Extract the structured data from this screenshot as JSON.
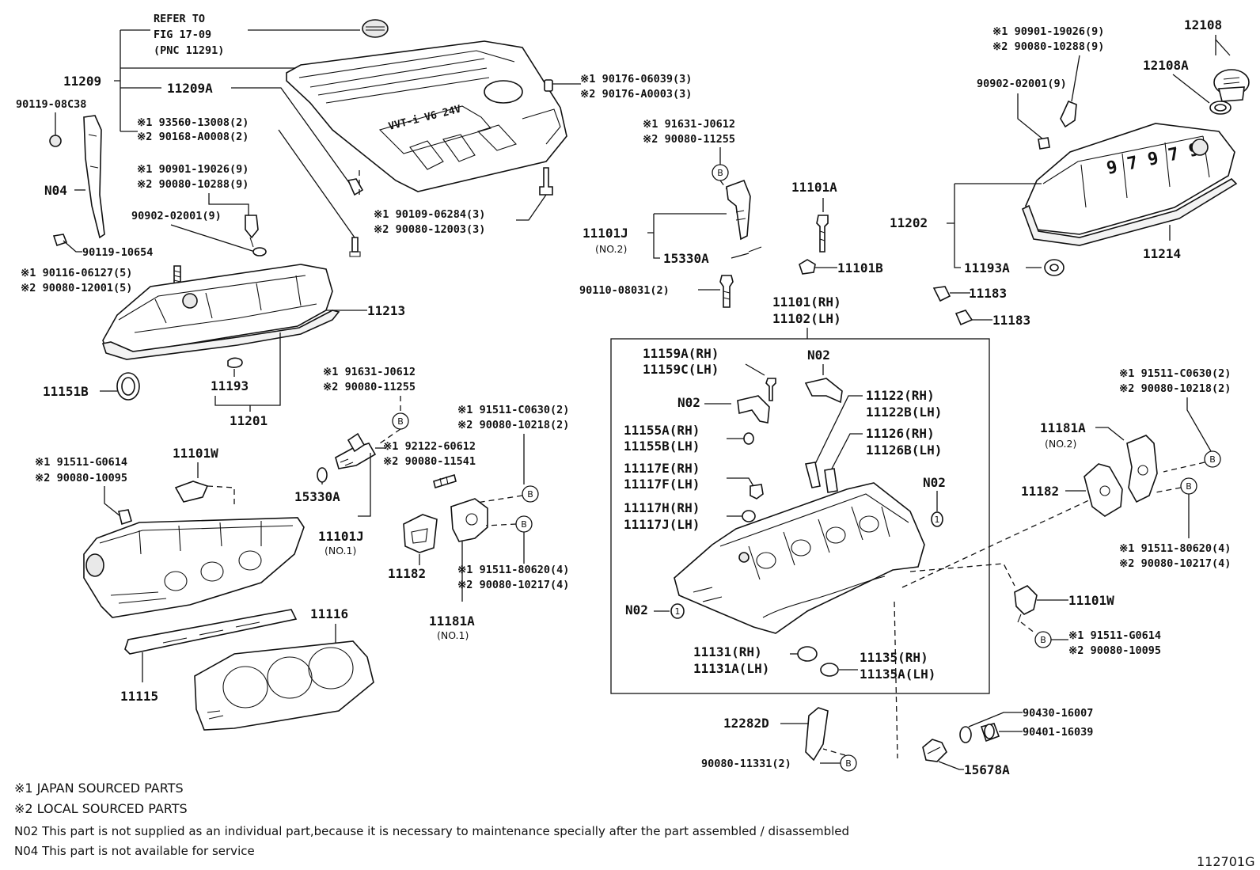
{
  "refer": {
    "line1": "REFER TO",
    "line2": "FIG 17-09",
    "line3": "(PNC 11291)"
  },
  "labels": {
    "p11209": "11209",
    "p11209a": "11209A",
    "p90119_08c38": "90119-08C38",
    "pN04": "N04",
    "p90119_10654": "90119-10654",
    "p11213": "11213",
    "p11151b": "11151B",
    "p11193": "11193",
    "p11201": "11201",
    "p11101w_l": "11101W",
    "p15330a_l": "15330A",
    "p11101j_l": "11101J",
    "p11101j_l_sub": "(NO.1)",
    "p11182_l": "11182",
    "p11181a_l": "11181A",
    "p11181a_l_sub": "(NO.1)",
    "p11116": "11116",
    "p11115": "11115",
    "p90902_l": "90902-02001(9)",
    "p11101j_r": "11101J",
    "p11101j_r_sub": "(NO.2)",
    "p15330a_r": "15330A",
    "p90110": "90110-08031(2)",
    "p11101a": "11101A",
    "p11101b": "11101B",
    "p11101_rh": "11101(RH)",
    "p11102_lh": "11102(LH)",
    "p12108": "12108",
    "p12108a": "12108A",
    "p90902_r": "90902-02001(9)",
    "p11202": "11202",
    "p11214": "11214",
    "p11193a": "11193A",
    "p11183a": "11183",
    "p11183b": "11183",
    "p11159a": "11159A(RH)",
    "p11159c": "11159C(LH)",
    "pN02_a": "N02",
    "pN02_b": "N02",
    "pN02_c": "N02",
    "pN02_d": "N02",
    "p11155a": "11155A(RH)",
    "p11155b": "11155B(LH)",
    "p11117e": "11117E(RH)",
    "p11117f": "11117F(LH)",
    "p11117h": "11117H(RH)",
    "p11117j": "11117J(LH)",
    "p11122": "11122(RH)",
    "p11122b": "11122B(LH)",
    "p11126": "11126(RH)",
    "p11126b": "11126B(LH)",
    "p11131": "11131(RH)",
    "p11131a": "11131A(LH)",
    "p11135": "11135(RH)",
    "p11135a": "11135A(LH)",
    "p11181a_r": "11181A",
    "p11181a_r_sub": "(NO.2)",
    "p11182_r": "11182",
    "p11101w_r": "11101W",
    "p12282d": "12282D",
    "p90080_11331": "90080-11331(2)",
    "p90430": "90430-16007",
    "p90401": "90401-16039",
    "p15678a": "15678A"
  },
  "notes": {
    "n_90901_a1": "※1 90901-19026(9)",
    "n_90901_a2": "※2 90080-10288(9)",
    "n_90176_1": "※1 90176-06039(3)",
    "n_90176_2": "※2 90176-A0003(3)",
    "n_93560_1": "※1 93560-13008(2)",
    "n_93560_2": "※2 90168-A0008(2)",
    "n_90901_b1": "※1 90901-19026(9)",
    "n_90901_b2": "※2 90080-10288(9)",
    "n_90109_1": "※1 90109-06284(3)",
    "n_90109_2": "※2 90080-12003(3)",
    "n_91631_a1": "※1 91631-J0612",
    "n_91631_a2": "※2 90080-11255",
    "n_90116_1": "※1 90116-06127(5)",
    "n_90116_2": "※2 90080-12001(5)",
    "n_91631_b1": "※1 91631-J0612",
    "n_91631_b2": "※2 90080-11255",
    "n_92122_1": "※1 92122-60612",
    "n_92122_2": "※2 90080-11541",
    "n_91511_c1": "※1 91511-C0630(2)",
    "n_91511_c2": "※2 90080-10218(2)",
    "n_91511_g1": "※1 91511-G0614",
    "n_91511_g2": "※2 90080-10095",
    "n_91511_80_1": "※1 91511-80620(4)",
    "n_91511_80_2": "※2 90080-10217(4)",
    "n_91511_cr1": "※1 91511-C0630(2)",
    "n_91511_cr2": "※2 90080-10218(2)",
    "n_91511_80r1": "※1 91511-80620(4)",
    "n_91511_80r2": "※2 90080-10217(4)",
    "n_91511_gr1": "※1 91511-G0614",
    "n_91511_gr2": "※2 90080-10095"
  },
  "markers": {
    "b": "B",
    "n1": "1"
  },
  "cover_text": "VVT-i V6 24V",
  "footnotes": {
    "f1": "※1 JAPAN SOURCED PARTS",
    "f2": "※2 LOCAL SOURCED PARTS",
    "f3": "N02 This part is not supplied as an individual part,because it is necessary to maintenance specially after the part assembled / disassembled",
    "f4": "N04 This part is not available for service"
  },
  "figure_id": "112701G"
}
